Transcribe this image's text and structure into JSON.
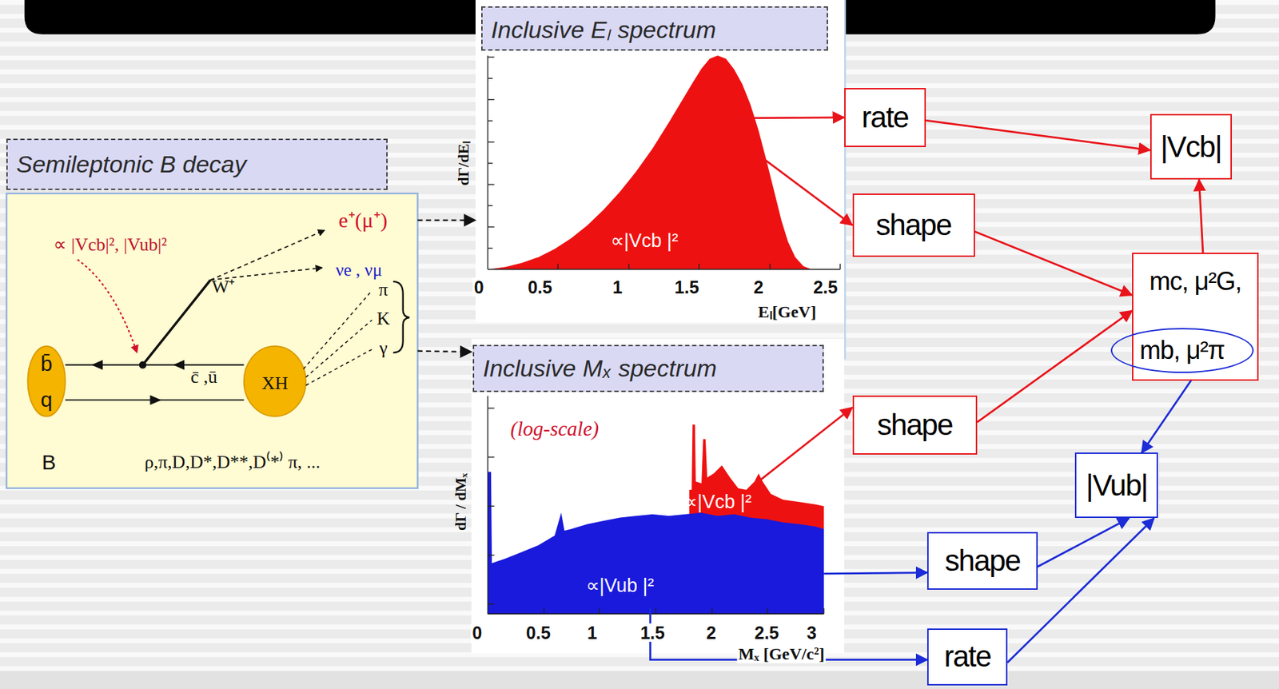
{
  "diagram": {
    "nodes": [
      {
        "text": [
          "Semileptonic B decay"
        ]
      },
      {
        "text": [
          "Inclusive Eₗ spectrum"
        ]
      },
      {
        "text": [
          "rate"
        ]
      },
      {
        "text": [
          "|Vcb|"
        ]
      },
      {
        "text": [
          "shape"
        ]
      },
      {
        "text": [
          "mc, μ²G,"
        ]
      },
      {
        "text": [
          "mb, μ²π"
        ],
        "in": 5
      },
      {
        "text": [
          "Inclusive Mₓ spectrum"
        ]
      },
      {
        "text": [
          "shape"
        ]
      },
      {
        "text": [
          "|Vub|"
        ]
      },
      {
        "text": [
          "shape"
        ]
      },
      {
        "text": [
          "rate"
        ]
      }
    ],
    "edges": [
      {
        "from": 0,
        "to": 1,
        "arrow": "to"
      },
      {
        "from": 0,
        "to": 7,
        "arrow": "to"
      },
      {
        "from": 1,
        "to": 2,
        "arrow": "to"
      },
      {
        "from": 1,
        "to": 4,
        "arrow": "to"
      },
      {
        "from": 2,
        "to": 3,
        "arrow": "to"
      },
      {
        "from": 4,
        "to": 5,
        "arrow": "to"
      },
      {
        "from": 5,
        "to": 3,
        "arrow": "to"
      },
      {
        "from": 7,
        "to": 8,
        "arrow": "to"
      },
      {
        "from": 8,
        "to": 5,
        "arrow": "to"
      },
      {
        "from": 6,
        "to": 9,
        "arrow": "to"
      },
      {
        "from": 7,
        "to": 10,
        "arrow": "to"
      },
      {
        "from": 7,
        "to": 11,
        "arrow": "to"
      },
      {
        "from": 10,
        "to": 9,
        "arrow": "to"
      },
      {
        "from": 11,
        "to": 9,
        "arrow": "to"
      }
    ],
    "labels": [
      "∝ |Vcb|², |Vub|²",
      "e⁺(μ⁺)",
      "νe , νμ",
      "W⁺",
      "b̄",
      "q",
      "c̄ ,ū",
      "XH",
      "π",
      "K",
      "γ",
      "B",
      "ρ,π,D,D*,D**,D⁽*⁾ π, ...",
      "dΓ/dEₗ",
      "∝|Vcb |²",
      "0",
      "0.5",
      "1",
      "1.5",
      "2",
      "2.5",
      "Eₗ[GeV]",
      "(log-scale)",
      "dΓ / dMₓ",
      "∝|Vcb |²",
      "∝|Vub |²",
      "0",
      "0.5",
      "1",
      "1.5",
      "2",
      "2.5",
      "3",
      "Mₓ [GeV/c²]"
    ]
  }
}
